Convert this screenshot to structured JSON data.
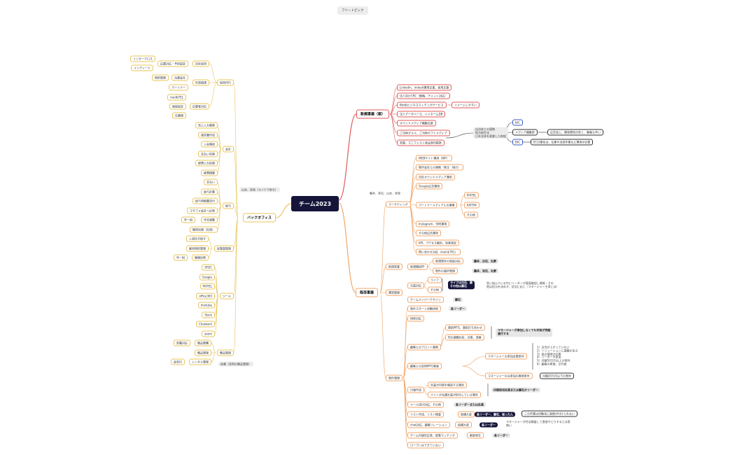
{
  "page": {
    "floating_topic": "フリートピック",
    "root": "チーム2023"
  },
  "colors": {
    "root_bg": "#15153a",
    "new_business": "#e05a5a",
    "existing_business": "#f1a669",
    "back_office": "#e8c45a",
    "dark_note": "#15153a"
  },
  "new_business": {
    "title": "新規事業（案）",
    "items": [
      "Linkedin、indeed運用支援、採用支援",
      "法人向けCRC（戦略、チャット対応）",
      "Bto色ビジネスマッチングサービス",
      "法人データベース、ハイネームDB",
      "オウンドメディア構築支援",
      "ご当地グルメ、ご当地ギフトメディア",
      "営業、マニフェスト商品案AI提案"
    ],
    "image_note": "イメージしやすい",
    "group_note": "自治体との連携\n地方創生化\n日本全体を意識した取組",
    "btoc": "btC",
    "media": "メディア構築型",
    "media_note": "広告収入、開発費用が安く、集客も早い",
    "btob": "BtC",
    "ec_note": "EC分業化は、在庫や出荷作業など運用が必要"
  },
  "back_office": {
    "title": "バックオフィス",
    "owner_note": "山本、安保（カイテク併せ）",
    "hr": {
      "label": "採用代行",
      "children": [
        {
          "label": "自社採用",
          "children": [
            {
              "label": "応募対応・予約設定",
              "children": [
                "インタークロス",
                "インディード"
              ]
            }
          ]
        },
        {
          "label": "外部調達",
          "children": [
            {
              "label": "派遣会社",
              "children": [
                "契約管理"
              ]
            },
            {
              "label": "パートナー",
              "children": []
            }
          ]
        },
        {
          "label": "応募者対応",
          "children": [
            "mail&TEL",
            "面接設定",
            "右腕理"
          ]
        }
      ]
    },
    "accounting": {
      "label": "会計",
      "children": [
        "売上入力業務",
        "請求書作成",
        "入金確認",
        "支払い処理",
        "経費入力処理",
        "経費精算"
      ]
    },
    "payroll": {
      "label": "給与",
      "children": [
        "支払い",
        "給与計算",
        "給与明細書送付",
        "マネフォ会計へ反映",
        "年末調整",
        "機密処理（社保）"
      ],
      "side_note": "年一回"
    },
    "staff": {
      "label": "従業員管理",
      "children": [
        "入退社手続き",
        "雇用契約管理",
        "健康診断"
      ],
      "side_note": "年一回"
    },
    "tools": {
      "label": "ツール",
      "children": [
        "SFDC",
        "Google",
        "PIXTEL",
        "office365",
        "moduba",
        "Slack",
        "Chatwork",
        "zoom"
      ]
    },
    "supplies": {
      "label": "備品管理",
      "children": [
        {
          "label": "備品要購",
          "note": "部署対応"
        },
        {
          "label": "備品管理",
          "note": ""
        },
        {
          "label": "レンタル管理",
          "note": "返却日"
        }
      ],
      "owner_note": "佐藤（定時の備品管理）"
    }
  },
  "existing_business": {
    "title": "既存事業",
    "team_note": "藤井、宮石、山本、安保",
    "marketing": {
      "label": "マーケティング",
      "children": [
        "WEBサイト運用（WP）",
        "制作会社との連携（発注・指示）",
        "自社オウンドメディア運用",
        "Google広告運用",
        "パートナーメディアとの連携",
        "Instagram、SNS運用",
        "その他広告運用",
        "KPI、アクセス解析、効果測定",
        "問い合わせ対応（mail＆TEL）"
      ],
      "partners": [
        "PIXTEL",
        "KAITAK",
        "その他"
      ]
    },
    "new_sales": {
      "label": "新規営業",
      "group": "新規開拓PF",
      "children": [
        {
          "label": "新規案件の商談対応",
          "note": "藤井、白石、丸野"
        },
        {
          "label": "案件の進捗管理",
          "note": "藤井、百石、丸野"
        }
      ]
    },
    "ops": {
      "label": "運営管理",
      "children": [
        {
          "label": "欠員対応",
          "sub": [
            "ライフ",
            "その他"
          ],
          "note": "ライフは白石、藤\nその他は藤石",
          "note2": "思い悩んでいる中にリーダーが直接確認し情報・その\n他は担当を決めず、状況に応じ（マネージャー主導とは）"
        },
        {
          "label": "チームメンバークサイン",
          "note": "藤石"
        }
      ]
    },
    "case_mgmt": {
      "label": "案件管理",
      "children": [
        {
          "label": "案件スタート初動研修",
          "note": "各リーダー"
        },
        {
          "label": "研修対応",
          "note": ""
        },
        {
          "label": "顧客とのフロント業務",
          "sub": [
            "事前MTG、事前打ち合わせ",
            "PJの課題共有、対策、改善"
          ],
          "note": "マネージャーが参加しなくても共有が完結\n進行する"
        },
        {
          "label": "顧客との定例MTG実施",
          "sub": [
            "マネージャーの参加必要条件",
            "マネージャーのみ参加の実地条件"
          ],
          "note_list": "1）近況が上がっていない\n2）ソリューションに課題がある\n3）協力提案が必要\n4）リーダー不参加\n5）月額50万円以上の案件\n6）顧客の希望、交代者",
          "note_amount": "月額20万円以下の案件"
        },
        {
          "label": "日報作成",
          "sub": [
            "社員が内容を確認する場合",
            "バイトが派遣社員が担当している場合"
          ],
          "note": "内容担当社員または藤石かリーダー"
        },
        {
          "label": "メール送付対応、その他",
          "note": "各リーダーまたは社員"
        },
        {
          "label": "リスト作成、リスト精査",
          "mid": "結構大変",
          "note": "各リーダー、藤石、保ったん",
          "note2": "この作業は自動化に面倒が付けられない"
        },
        {
          "label": "chat対応、顧客リレーション",
          "mid": "結構大変",
          "note": "各リーダー",
          "note2": "マネージャーが丹念精査して直接やとりするとは思\n無い"
        },
        {
          "label": "チーム内報告応答、架電マッチング",
          "mid": "都度発生",
          "note": "各リーダー"
        },
        {
          "label": "ロープレはできていない",
          "note": ""
        }
      ]
    }
  }
}
